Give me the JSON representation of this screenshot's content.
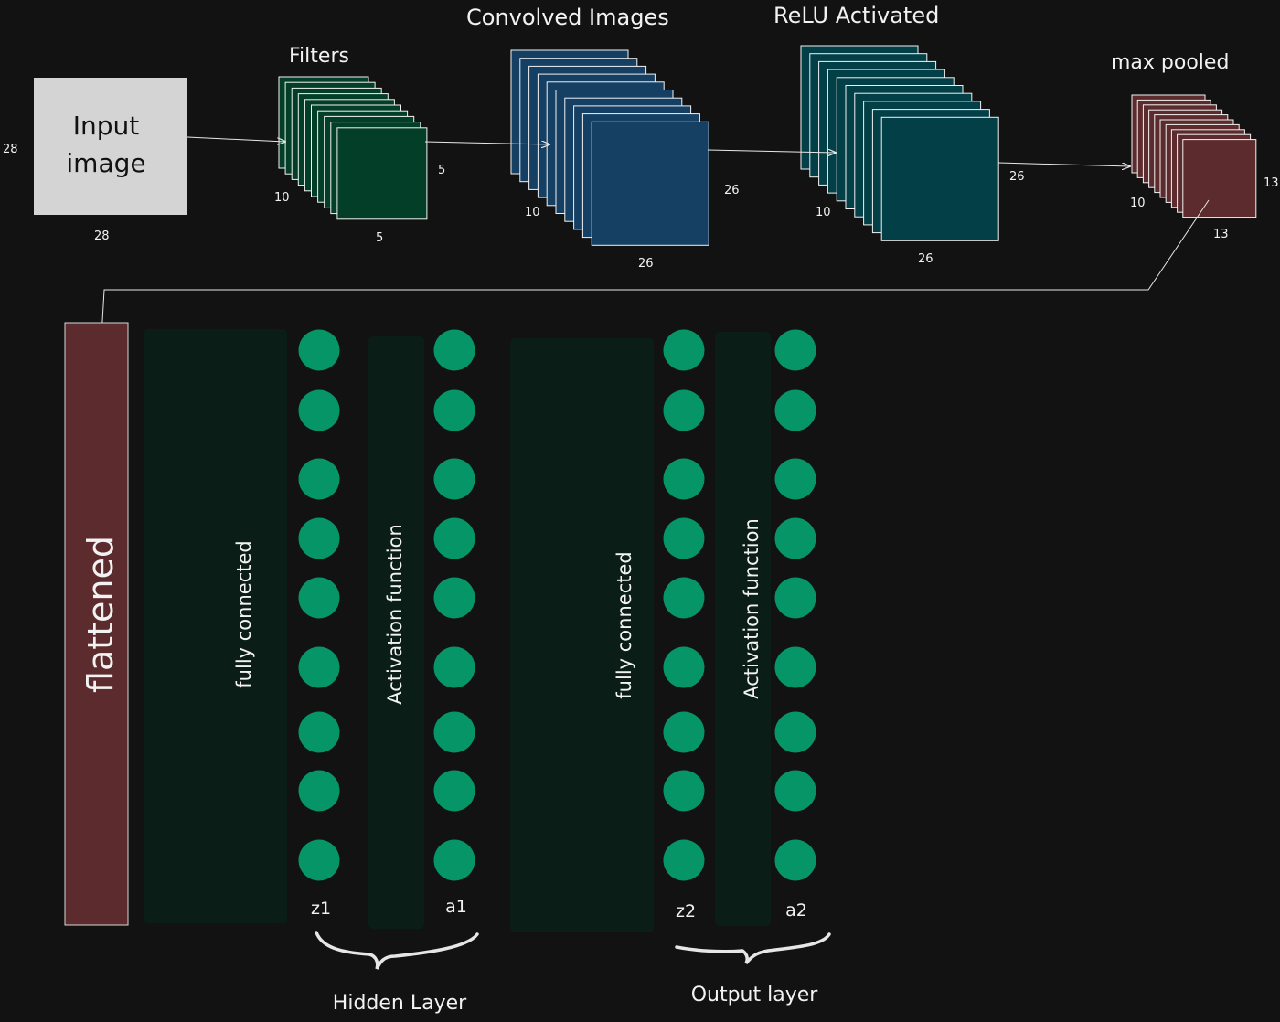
{
  "headers": {
    "filters": "Filters",
    "convolved": "Convolved Images",
    "relu": "ReLU Activated",
    "max_pooled": "max pooled"
  },
  "input": {
    "label_line1": "Input",
    "label_line2": "image",
    "height": "28",
    "width": "28"
  },
  "filters": {
    "count": "10",
    "height": "5",
    "width": "5"
  },
  "convolved": {
    "count": "10",
    "height": "26",
    "width": "26"
  },
  "relu": {
    "count": "10",
    "height": "26",
    "width": "26"
  },
  "pooled": {
    "count": "10",
    "height": "13",
    "width": "13"
  },
  "flattened": {
    "label": "flattened"
  },
  "hidden": {
    "fc_label": "fully connected",
    "act_label": "Activation function",
    "z_label": "z1",
    "a_label": "a1",
    "group_label": "Hidden Layer"
  },
  "output": {
    "fc_label": "fully connected",
    "act_label": "Activation function",
    "z_label": "z2",
    "a_label": "a2",
    "group_label": "Output layer"
  },
  "colors": {
    "background": "#121212",
    "input_fill": "#d4d4d4",
    "filter_fill": "#033f28",
    "conv_fill": "#153f63",
    "relu_fill": "#033f47",
    "pool_fill": "#5c2b2d",
    "flatten_fill": "#5c2b2d",
    "layer_panel": "#0b1d17",
    "neuron": "#059566",
    "stroke": "#f2f2f2"
  }
}
